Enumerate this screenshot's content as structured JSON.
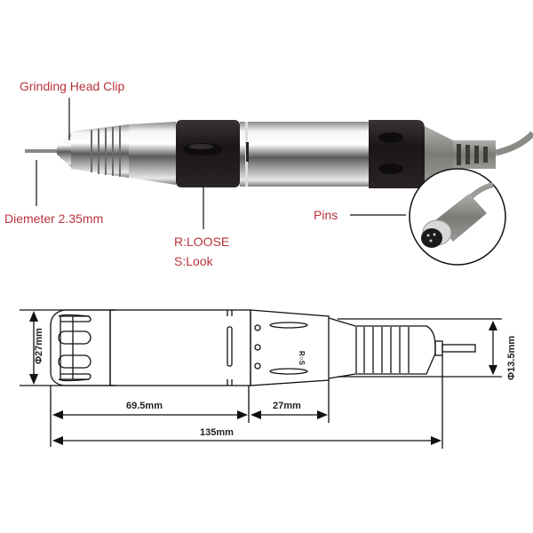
{
  "photo_labels": {
    "grinding_head_clip": "Grinding Head Clip",
    "diameter": "Diemeter 2.35mm",
    "r_loose": "R:LOOSE",
    "s_look": "S:Look",
    "pins": "Pins"
  },
  "dimensions": {
    "body_diameter": "Φ27mm",
    "tip_diameter": "Φ13.5mm",
    "body_length": "69.5mm",
    "grip_length": "27mm",
    "total_length": "135mm",
    "grip_marking": "R○S"
  },
  "colors": {
    "label_red": "#b8323a",
    "black_grip": "#1e1a1a",
    "chrome": "#c8c8c8",
    "cable_gray": "#8a8a86"
  }
}
